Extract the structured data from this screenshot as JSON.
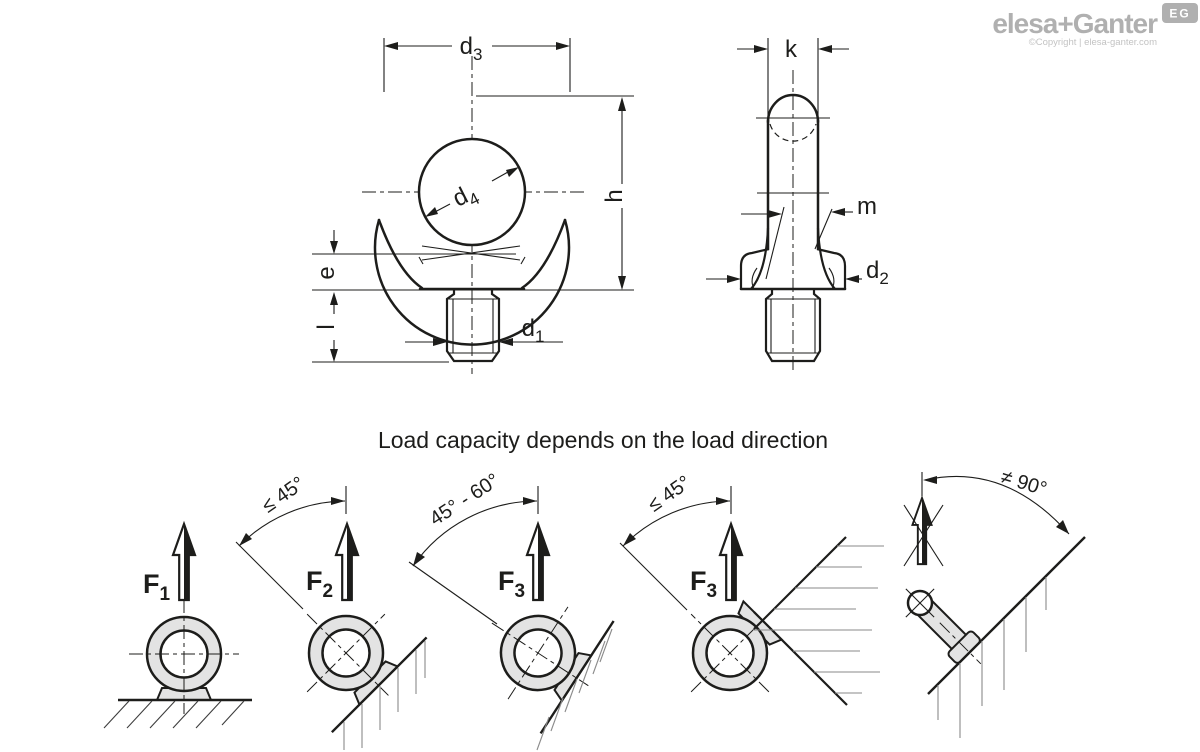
{
  "colors": {
    "line": "#1d1d1b",
    "part_fill": "#e3e3e3",
    "hatch_gray": "#8a8a8a",
    "logo_gray": "#b0b0b0"
  },
  "logo": {
    "brand_elesa": "elesa",
    "brand_plus": "+",
    "brand_ganter": "Ganter",
    "badge": "EG",
    "copyright": "©Copyright | elesa-ganter.com"
  },
  "section_title": "Load capacity depends on the load direction",
  "dimension_labels": {
    "d3": {
      "base": "d",
      "sub": "3"
    },
    "d4": {
      "base": "d",
      "sub": "4"
    },
    "h": {
      "base": "h"
    },
    "e": {
      "base": "e"
    },
    "l": {
      "base": "l"
    },
    "d1": {
      "base": "d",
      "sub": "1"
    },
    "k": {
      "base": "k"
    },
    "m": {
      "base": "m"
    },
    "d2": {
      "base": "d",
      "sub": "2"
    }
  },
  "load_figures": {
    "fig1": {
      "force": {
        "base": "F",
        "sub": "1"
      }
    },
    "fig2": {
      "force": {
        "base": "F",
        "sub": "2"
      },
      "angle_label": "≤ 45°"
    },
    "fig3": {
      "force": {
        "base": "F",
        "sub": "3"
      },
      "angle_label": "45° - 60°"
    },
    "fig4": {
      "force": {
        "base": "F",
        "sub": "3"
      },
      "angle_label": "≤ 45°"
    },
    "fig5": {
      "angle_label": "≠ 90°"
    }
  }
}
